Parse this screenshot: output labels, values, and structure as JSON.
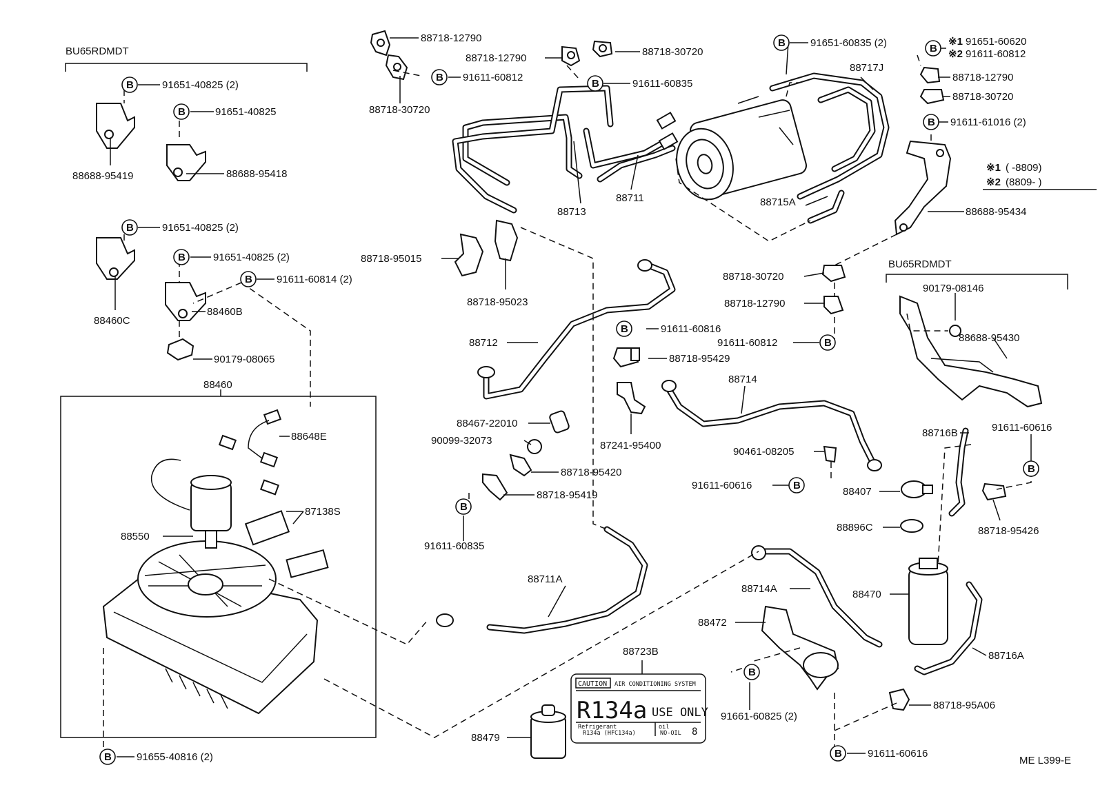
{
  "group_labels": {
    "left_group": "BU65RDMDT",
    "right_group": "BU65RDMDT"
  },
  "bolt_symbol": "B",
  "parts": {
    "p1": "91651-40825 (2)",
    "p2": "91651-40825",
    "p3": "88688-95419",
    "p4": "88688-95418",
    "p5": "91651-40825 (2)",
    "p6": "91651-40825 (2)",
    "p7": "91611-60814 (2)",
    "p8": "88460C",
    "p9": "88460B",
    "p10": "90179-08065",
    "p11": "88460",
    "p12": "88648E",
    "p13": "87138S",
    "p14": "88550",
    "p15": "91655-40816 (2)",
    "p16": "88718-12790",
    "p17": "88718-12790",
    "p18": "88718-30720",
    "p19": "91611-60812",
    "p20": "88718-30720",
    "p21": "91611-60835",
    "p22": "91651-60835 (2)",
    "p23": "88717J",
    "p24": "91651-60620",
    "p25": "91611-60812",
    "p26": "88718-12790",
    "p27": "88718-30720",
    "p28": "91611-61016 (2)",
    "p29": "88713",
    "p30": "88711",
    "p31": "88715A",
    "p32": "88688-95434",
    "p33": "88718-95015",
    "p34": "88718-95023",
    "p35": "88712",
    "p36": "88718-30720",
    "p37": "88718-12790",
    "p38": "91611-60812",
    "p39": "90179-08146",
    "p40": "88688-95430",
    "p41": "91611-60816",
    "p42": "88718-95429",
    "p43": "88714",
    "p44": "88467-22010",
    "p45": "90099-32073",
    "p46": "87241-95400",
    "p47": "88718-95420",
    "p48": "88718-95419",
    "p49": "91611-60835",
    "p50": "90461-08205",
    "p51": "91611-60616",
    "p52": "88407",
    "p53": "88716B",
    "p54": "91611-60616",
    "p55": "88896C",
    "p56": "88718-95426",
    "p57": "88711A",
    "p58": "88714A",
    "p59": "88470",
    "p60": "88472",
    "p61": "88723B",
    "p62": "88716A",
    "p63": "91661-60825 (2)",
    "p64": "88718-95A06",
    "p65": "88479",
    "p66": "91611-60616"
  },
  "note": {
    "mark1": "※1",
    "mark2": "※2",
    "range1": "(      -8809)",
    "range2": "(8809-      )"
  },
  "caution_label": {
    "caution": "CAUTION",
    "system": "AIR CONDITIONING SYSTEM",
    "refrigerant_big": "R134a",
    "use_only": "USE ONLY",
    "refrigerant_label": "Refrigerant",
    "refrigerant_type": "R134a (HFC134a)",
    "oil_label": "oil",
    "oil_value": "NO-OIL",
    "oil_number": "8"
  },
  "figure_id": "ME L399-E"
}
